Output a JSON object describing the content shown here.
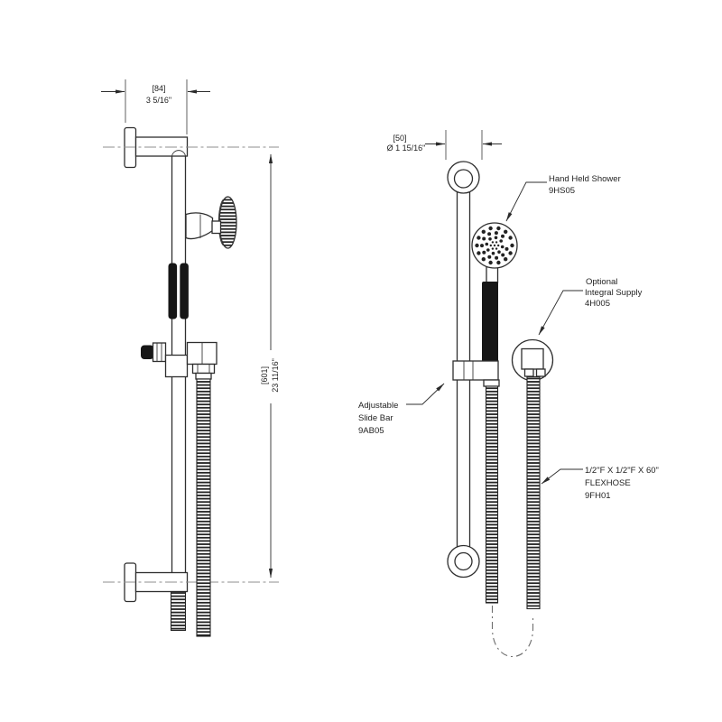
{
  "side_view": {
    "dim_width": {
      "metric": "[84]",
      "imperial": "3 5/16\""
    },
    "dim_height": {
      "metric": "[601]",
      "imperial": "23 11/16\""
    }
  },
  "front_view": {
    "dim_escutcheon": {
      "metric": "[50]",
      "imperial": "Ø 1 15/16\""
    }
  },
  "callouts": {
    "hand_held_shower": {
      "line1": "Hand Held Shower",
      "part": "9HS05"
    },
    "integral_supply": {
      "line1": "Optional",
      "line2": "Integral Supply",
      "part": "4H005"
    },
    "slide_bar": {
      "line1": "Adjustable",
      "line2": "Slide Bar",
      "part": "9AB05"
    },
    "flexhose": {
      "line1": "1/2\"F X 1/2\"F X 60\"",
      "line2": "FLEXHOSE",
      "part": "9FH01"
    }
  },
  "colors": {
    "ink": "#2e2e2e",
    "centerline": "#8f8f8f",
    "background": "#ffffff"
  }
}
